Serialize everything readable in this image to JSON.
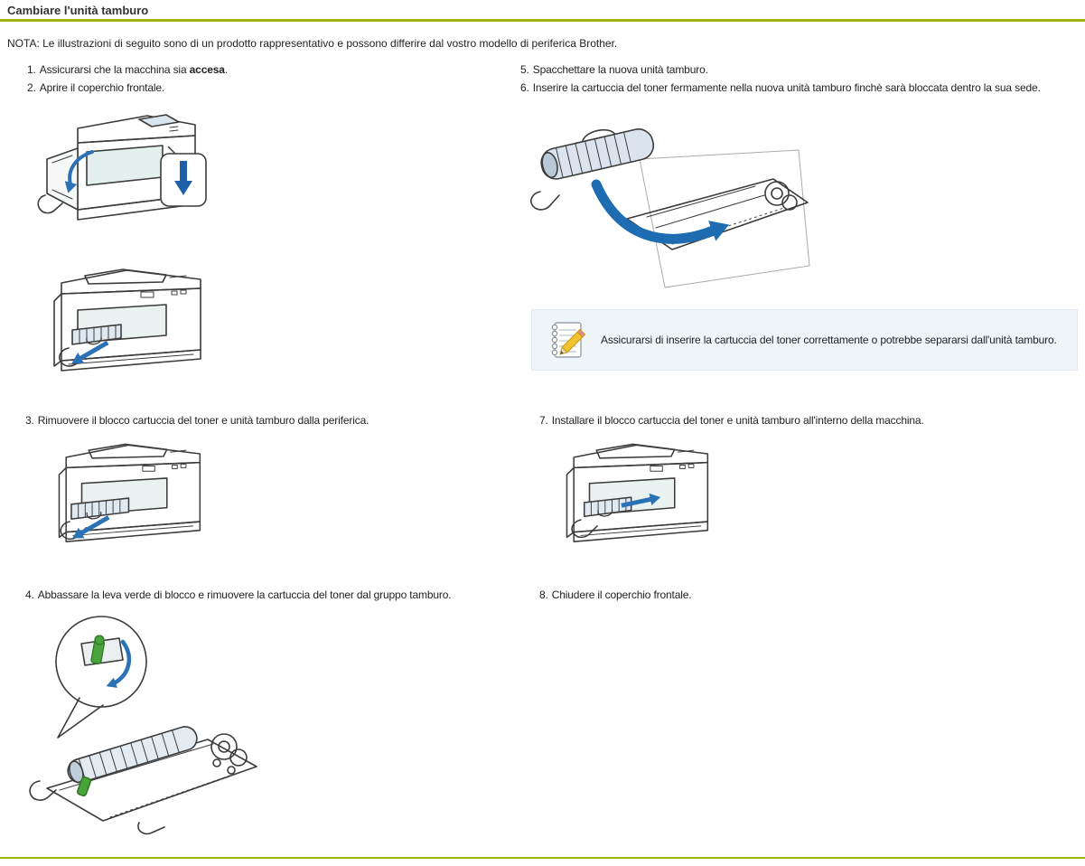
{
  "page": {
    "title": "Cambiare l'unità tamburo",
    "note": "NOTA: Le illustrazioni di seguito sono di un prodotto rappresentativo e possono differire dal vostro modello di periferica Brother.",
    "accent_color": "#9db509"
  },
  "steps": {
    "s1": {
      "num": "1.",
      "pre": "Assicurarsi che la macchina sia ",
      "bold": "accesa",
      "post": "."
    },
    "s2": {
      "num": "2.",
      "text": "Aprire il coperchio frontale."
    },
    "s3": {
      "num": "3.",
      "text": "Rimuovere il blocco cartuccia del toner e unità tamburo dalla periferica."
    },
    "s4": {
      "num": "4.",
      "text": "Abbassare la leva verde di blocco e rimuovere la cartuccia del toner dal gruppo tamburo."
    },
    "s5": {
      "num": "5.",
      "text": "Spacchettare la nuova unità tamburo."
    },
    "s6": {
      "num": "6.",
      "text": "Inserire la cartuccia del toner fermamente nella nuova unità tamburo finchè sarà bloccata dentro la sua sede."
    },
    "s7": {
      "num": "7.",
      "text": "Installare il blocco cartuccia del toner e unità tamburo all'interno della macchina."
    },
    "s8": {
      "num": "8.",
      "text": "Chiudere il coperchio frontale."
    }
  },
  "callout": {
    "text": "Assicurarsi di inserire la cartuccia del toner correttamente o potrebbe separarsi dall'unità tamburo.",
    "icon": "notebook-pencil-icon"
  },
  "colors": {
    "arrow_blue": "#2a72b5",
    "inset_arrow_blue": "#1f5fa8",
    "lever_green": "#49a33b",
    "callout_bg": "#eff4f9"
  }
}
